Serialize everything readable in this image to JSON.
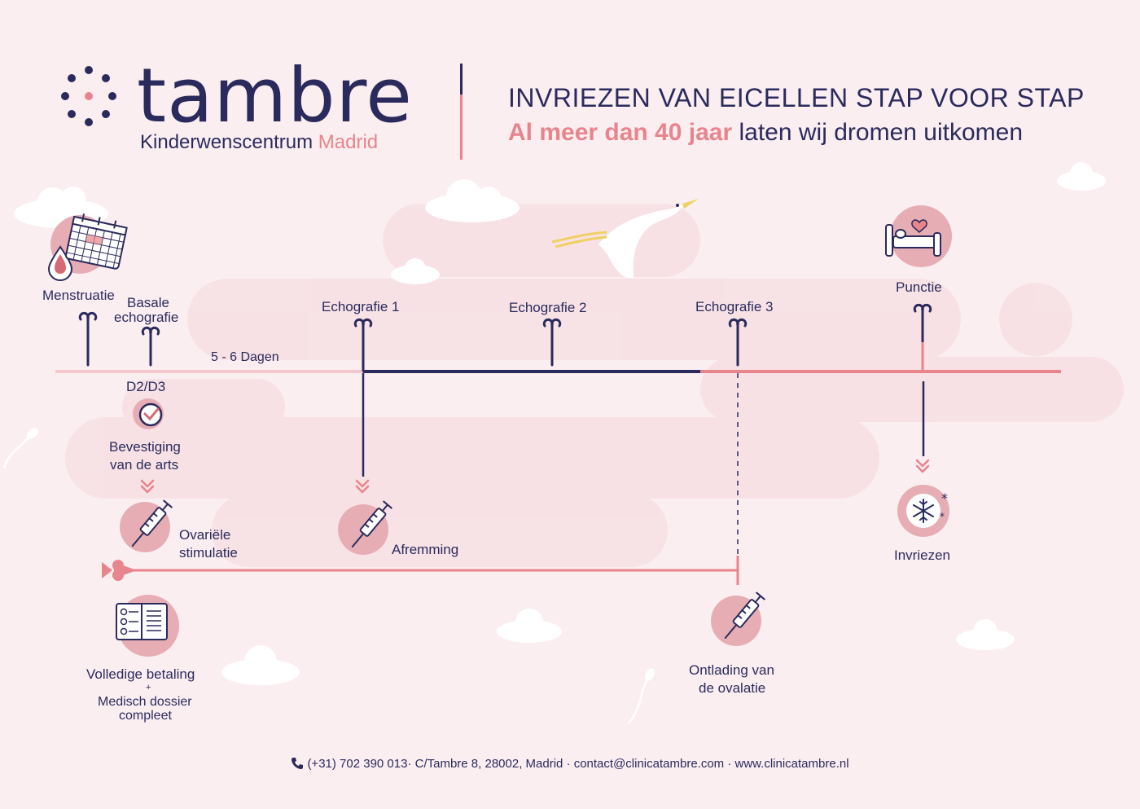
{
  "header": {
    "brand": "tambre",
    "subtitle_part1": "Kinderwenscentrum",
    "subtitle_part2": "Madrid",
    "title": "INVRIEZEN VAN EICELLEN STAP VOOR STAP",
    "tagline_highlight": "Al meer dan 40 jaar",
    "tagline_rest": "laten wij dromen uitkomen"
  },
  "timeline": {
    "menstruatie": "Menstruatie",
    "basale_1": "Basale",
    "basale_2": "echografie",
    "dagen": "5 - 6 Dagen",
    "echo1": "Echografie 1",
    "echo2": "Echografie 2",
    "echo3": "Echografie 3",
    "punctie": "Punctie",
    "d2d3": "D2/D3",
    "bevestiging_1": "Bevestiging",
    "bevestiging_2": "van de arts",
    "ovariele_1": "Ovariële",
    "ovariele_2": "stimulatie",
    "afremming": "Afremming",
    "invriezen": "Invriezen",
    "betaling": "Volledige betaling",
    "plus": "+",
    "dossier_1": "Medisch dossier",
    "dossier_2": "compleet",
    "ontlading_1": "Ontlading van",
    "ontlading_2": "de ovalatie"
  },
  "footer": {
    "contact": "(+31) 702 390 013· C/Tambre 8, 28002, Madrid · contact@clinicatambre.com · www.clinicatambre.nl"
  },
  "colors": {
    "navy": "#2a2b5c",
    "pink": "#e8848c",
    "circle": "#e6aeb4",
    "background": "#fbeef1",
    "cloud": "#f6d9de"
  },
  "icons": [
    "calendar-icon",
    "blood-drop-icon",
    "checkmark-icon",
    "syringe-icon",
    "bed-heart-icon",
    "snowflake-icon",
    "checklist-icon",
    "stork-icon",
    "phone-icon",
    "cloud-icon",
    "sperm-icon"
  ]
}
